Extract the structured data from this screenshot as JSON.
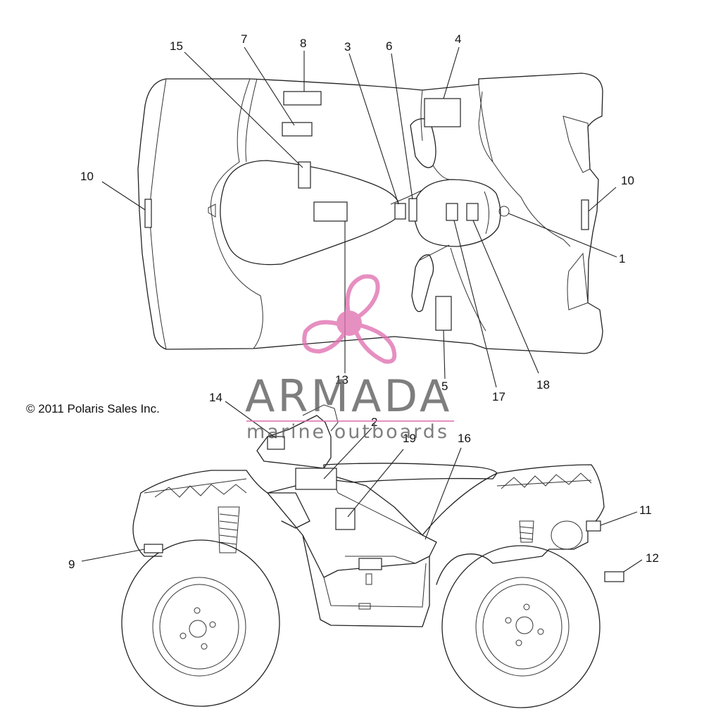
{
  "copyright": "© 2011 Polaris Sales Inc.",
  "watermark": {
    "brand": "ARMADA",
    "tagline": "marine outboards",
    "color": "#e070b0"
  },
  "callouts": {
    "c1": "1",
    "c2": "2",
    "c3": "3",
    "c4": "4",
    "c5": "5",
    "c6": "6",
    "c7": "7",
    "c8": "8",
    "c9": "9",
    "c10a": "10",
    "c10b": "10",
    "c11": "11",
    "c12": "12",
    "c13": "13",
    "c14": "14",
    "c15": "15",
    "c16": "16",
    "c17": "17",
    "c18": "18",
    "c19": "19"
  }
}
